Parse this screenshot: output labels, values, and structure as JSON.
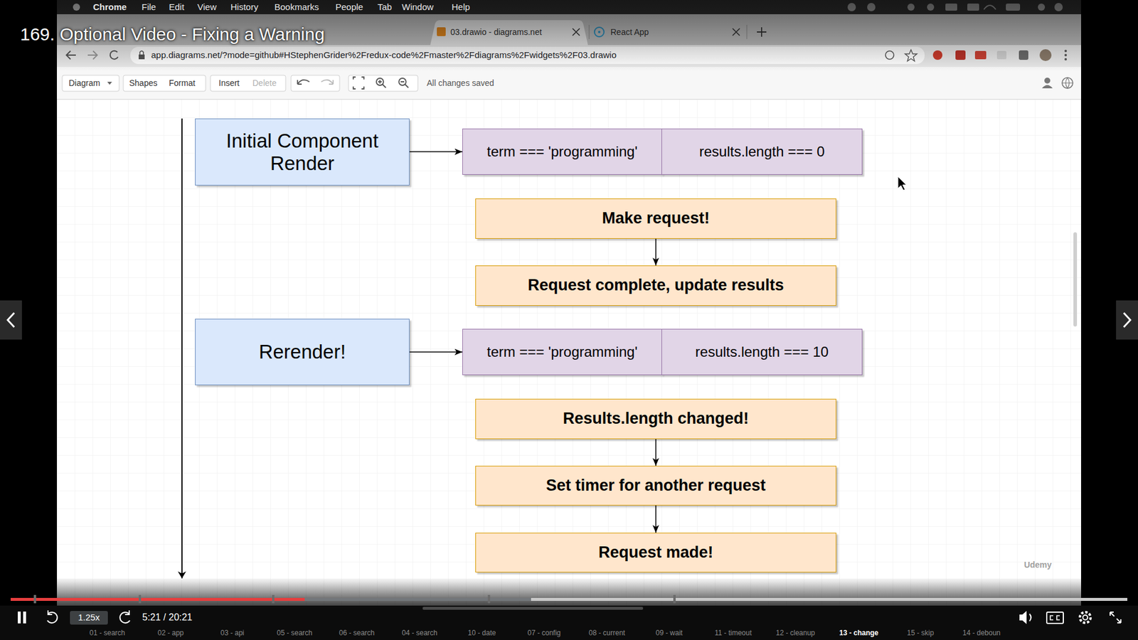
{
  "diagram": {
    "title": "169. Optional Video - Fixing a Warning",
    "nodes": [
      {
        "text": [
          "Initial Component Render"
        ]
      },
      {
        "text": [
          "term === 'programming'"
        ]
      },
      {
        "text": [
          "results.length === 0"
        ]
      },
      {
        "text": [
          "Make request!"
        ]
      },
      {
        "text": [
          "Request complete, update results"
        ]
      },
      {
        "text": [
          "Rerender!"
        ]
      },
      {
        "text": [
          "term === 'programming'"
        ]
      },
      {
        "text": [
          "results.length === 10"
        ]
      },
      {
        "text": [
          "Results.length changed!"
        ]
      },
      {
        "text": [
          "Set timer for another request"
        ]
      },
      {
        "text": [
          "Request made!"
        ]
      }
    ],
    "edges": [
      {
        "from": 0,
        "to": 1,
        "arrow": "to"
      },
      {
        "from": 3,
        "to": 4,
        "arrow": "to"
      },
      {
        "from": 5,
        "to": 6,
        "arrow": "to"
      },
      {
        "from": 8,
        "to": 9,
        "arrow": "to"
      },
      {
        "from": 9,
        "to": 10,
        "arrow": "to"
      }
    ],
    "labels": [
      "Chrome",
      "File",
      "Edit",
      "View",
      "History",
      "Bookmarks",
      "People",
      "Tab",
      "Window",
      "Help",
      "03.drawio - diagrams.net",
      "React App",
      "app.diagrams.net/?mode=github#HStephenGrider%2Fredux-code%2Fmaster%2Fdiagrams%2Fwidgets%2F03.drawio",
      "Diagram",
      "Shapes",
      "Format",
      "Insert",
      "Delete",
      "All changes saved",
      "1.25x",
      "5:21 / 20:21",
      "01 - search",
      "02 - app",
      "03 - api",
      "05 - search",
      "06 - search",
      "04 - search",
      "10 - date",
      "07 - config",
      "08 - current",
      "09 - wait",
      "11 - timeout",
      "12 - cleanup",
      "13 - change",
      "15 - skip",
      "14 - deboun",
      "Udemy"
    ]
  }
}
